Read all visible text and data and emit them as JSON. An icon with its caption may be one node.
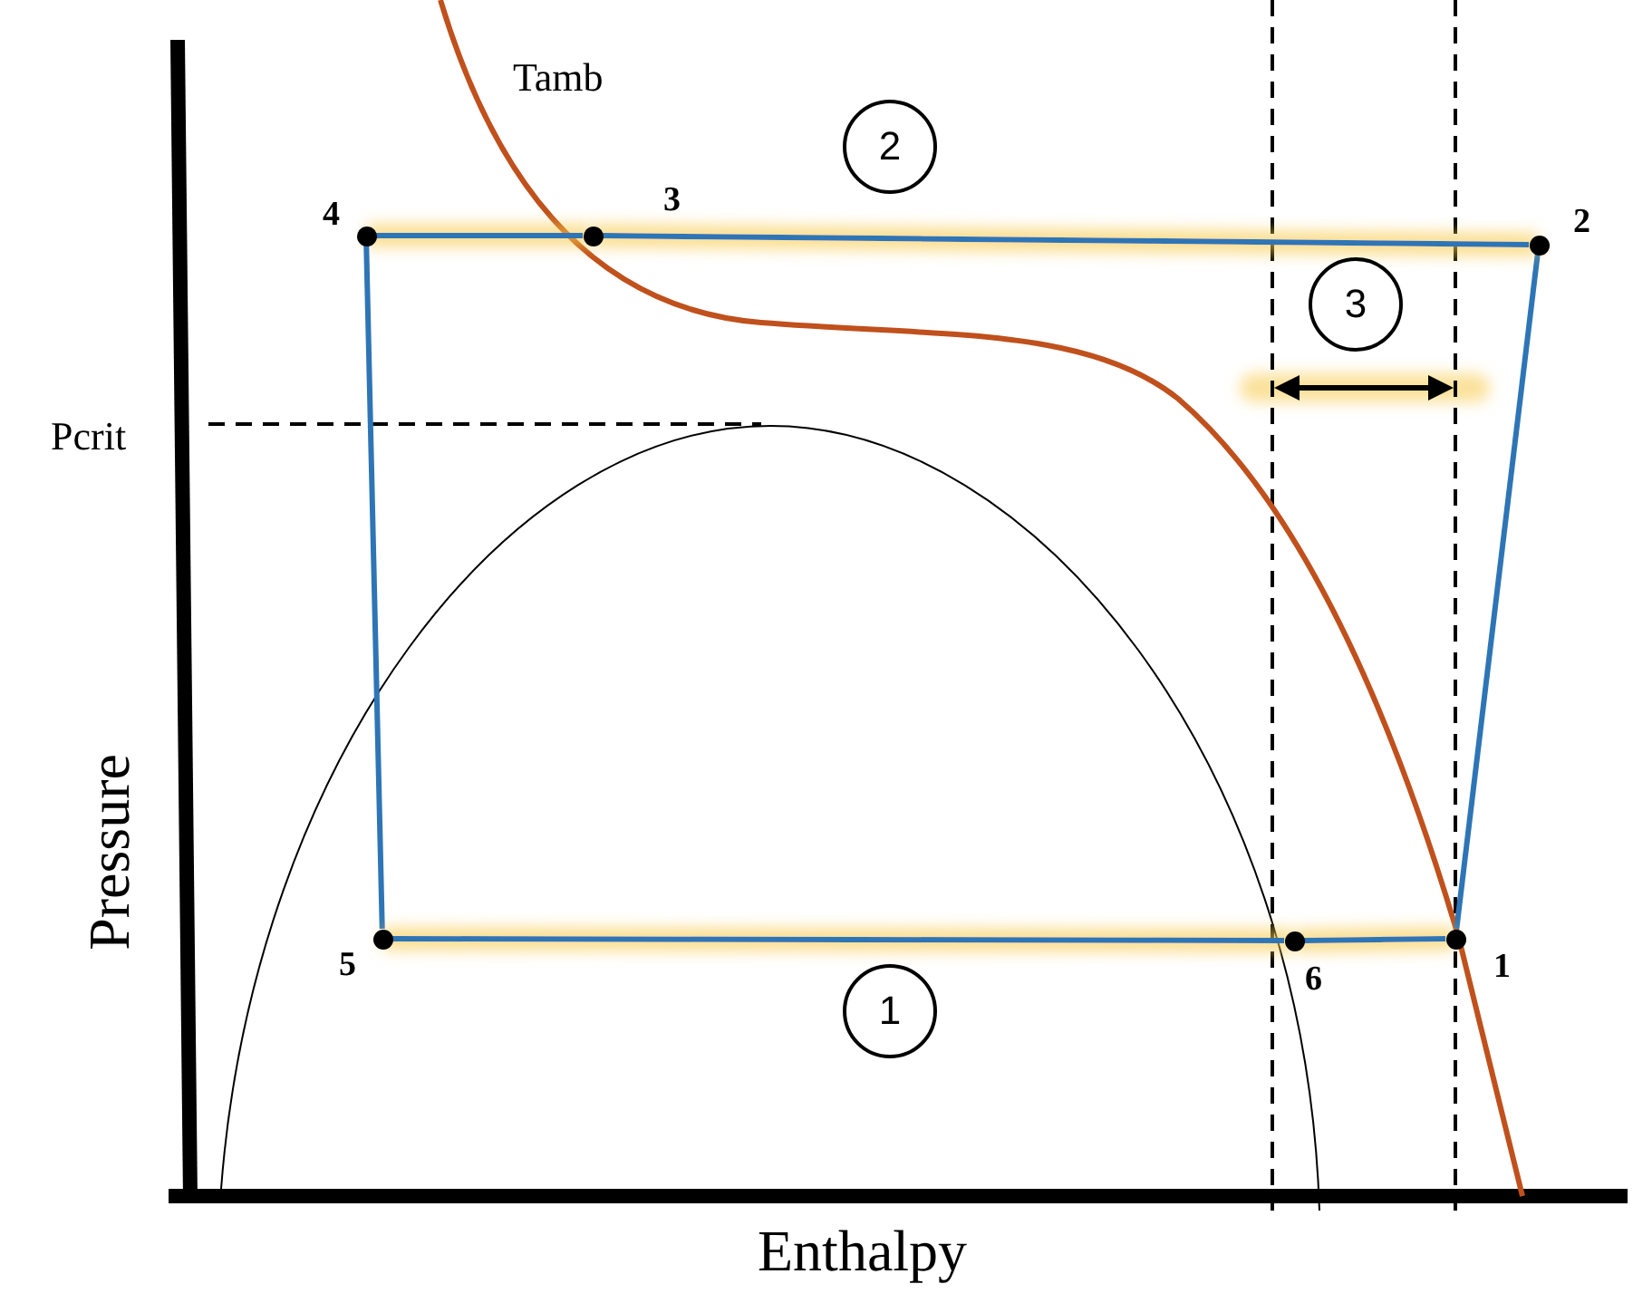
{
  "diagram": {
    "nodes": [
      {
        "text": [
          "2"
        ]
      },
      {
        "text": [],
        "shape": "circle",
        "beside": [
          "4"
        ]
      },
      {
        "text": [],
        "shape": "circle",
        "beside": [
          "3"
        ]
      },
      {
        "text": [],
        "shape": "circle",
        "beside": [
          "2"
        ]
      },
      {
        "text": [
          "3"
        ]
      },
      {
        "text": [],
        "shape": "circle",
        "beside": [
          "5"
        ]
      },
      {
        "text": [],
        "shape": "circle",
        "beside": [
          "6"
        ]
      },
      {
        "text": [],
        "shape": "circle",
        "beside": [
          "1"
        ]
      },
      {
        "text": [
          "1"
        ]
      }
    ],
    "edges": [
      {
        "from": 7,
        "to": 3,
        "arrow": "none"
      },
      {
        "from": 3,
        "to": 2,
        "arrow": "none"
      },
      {
        "from": 2,
        "to": 1,
        "arrow": "none"
      },
      {
        "from": 1,
        "to": 5,
        "arrow": "none"
      },
      {
        "from": 5,
        "to": 6,
        "arrow": "none"
      },
      {
        "from": 6,
        "to": 7,
        "arrow": "none"
      }
    ],
    "labels": [
      "Tamb",
      "Pcrit",
      "Pressure",
      "Enthalpy"
    ]
  }
}
